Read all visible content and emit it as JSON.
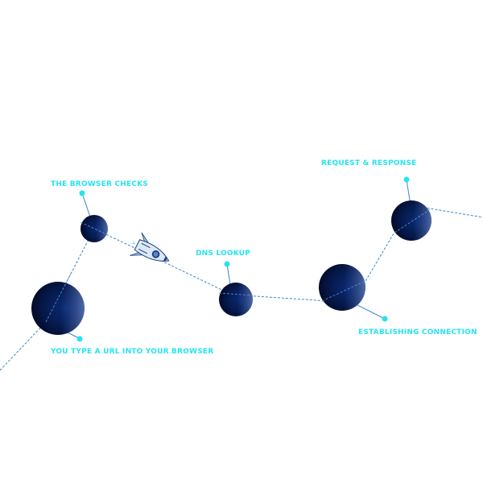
{
  "colors": {
    "accent": "#27e3f0",
    "planet_dark": "#041238",
    "planet_mid": "#0b2a72",
    "planet_light": "#4a6fc2",
    "path_line": "#3c86c4",
    "rocket_body": "#dbe9f7",
    "rocket_trim": "#1f3f7a"
  },
  "steps": [
    {
      "id": "type-url",
      "label": "YOU TYPE A URL INTO YOUR BROWSER"
    },
    {
      "id": "browser-checks",
      "label": "THE BROWSER CHECKS"
    },
    {
      "id": "dns-lookup",
      "label": "DNS LOOKUP"
    },
    {
      "id": "establishing-connection",
      "label": "ESTABLISHING CONNECTION"
    },
    {
      "id": "request-response",
      "label": "REQUEST & RESPONSE"
    }
  ],
  "icons": {
    "rocket": "rocket-icon",
    "planet": "planet-icon"
  }
}
